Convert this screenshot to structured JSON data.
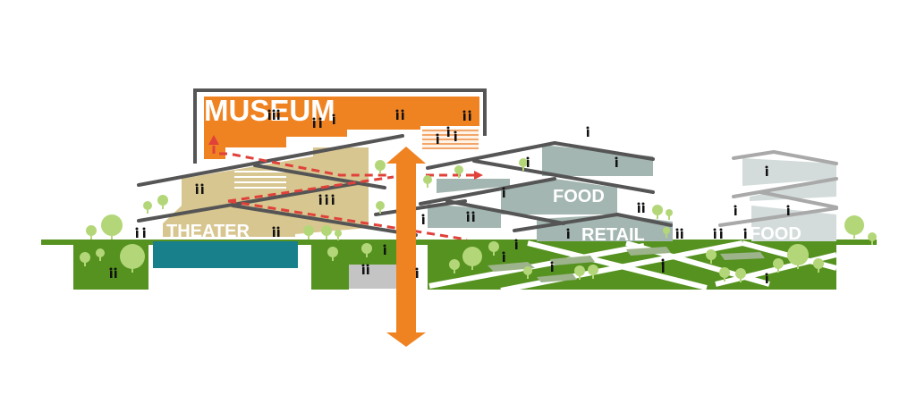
{
  "labels": {
    "museum": "MUSEUM",
    "theater": "THEATER",
    "food_center": "FOOD",
    "retail": "RETAIL",
    "food_right": "FOOD"
  },
  "colors": {
    "museum": "#f08321",
    "theater": "#d8c690",
    "theater_base": "#17808a",
    "food": "#a3b6b1",
    "food_light": "#d3dcdb",
    "grass": "#55921f",
    "tree": "#b3d778",
    "ramp": "#555555",
    "circulation_arrow": "#f08321",
    "path_dashed": "#e0413a"
  }
}
